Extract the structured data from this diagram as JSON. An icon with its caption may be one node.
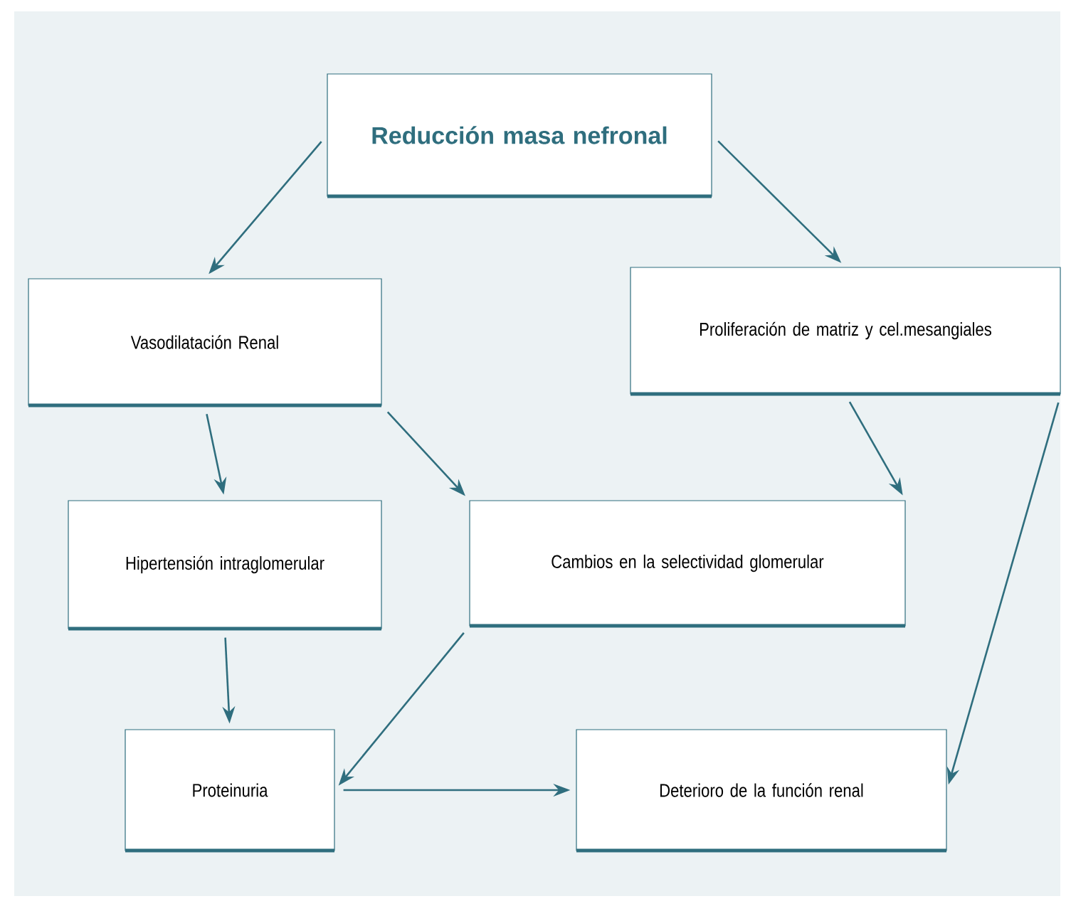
{
  "diagram": {
    "nodes": [
      {
        "text": [
          "Reducción masa nefronal"
        ]
      },
      {
        "text": [
          "Vasodilatación Renal"
        ]
      },
      {
        "text": [
          "Proliferación de matriz y cel.mesangiales"
        ]
      },
      {
        "text": [
          "Hipertensión intraglomerular"
        ]
      },
      {
        "text": [
          "Cambios en la selectividad glomerular"
        ]
      },
      {
        "text": [
          "Proteinuria"
        ]
      },
      {
        "text": [
          "Deterioro de la función renal"
        ]
      }
    ],
    "edges": [
      {
        "from": 0,
        "to": 1,
        "arrow": "to"
      },
      {
        "from": 0,
        "to": 2,
        "arrow": "to"
      },
      {
        "from": 1,
        "to": 3,
        "arrow": "to"
      },
      {
        "from": 1,
        "to": 4,
        "arrow": "to"
      },
      {
        "from": 2,
        "to": 4,
        "arrow": "to"
      },
      {
        "from": 2,
        "to": 6,
        "arrow": "to"
      },
      {
        "from": 3,
        "to": 5,
        "arrow": "to"
      },
      {
        "from": 4,
        "to": 5,
        "arrow": "to"
      },
      {
        "from": 5,
        "to": 6,
        "arrow": "to"
      }
    ]
  }
}
